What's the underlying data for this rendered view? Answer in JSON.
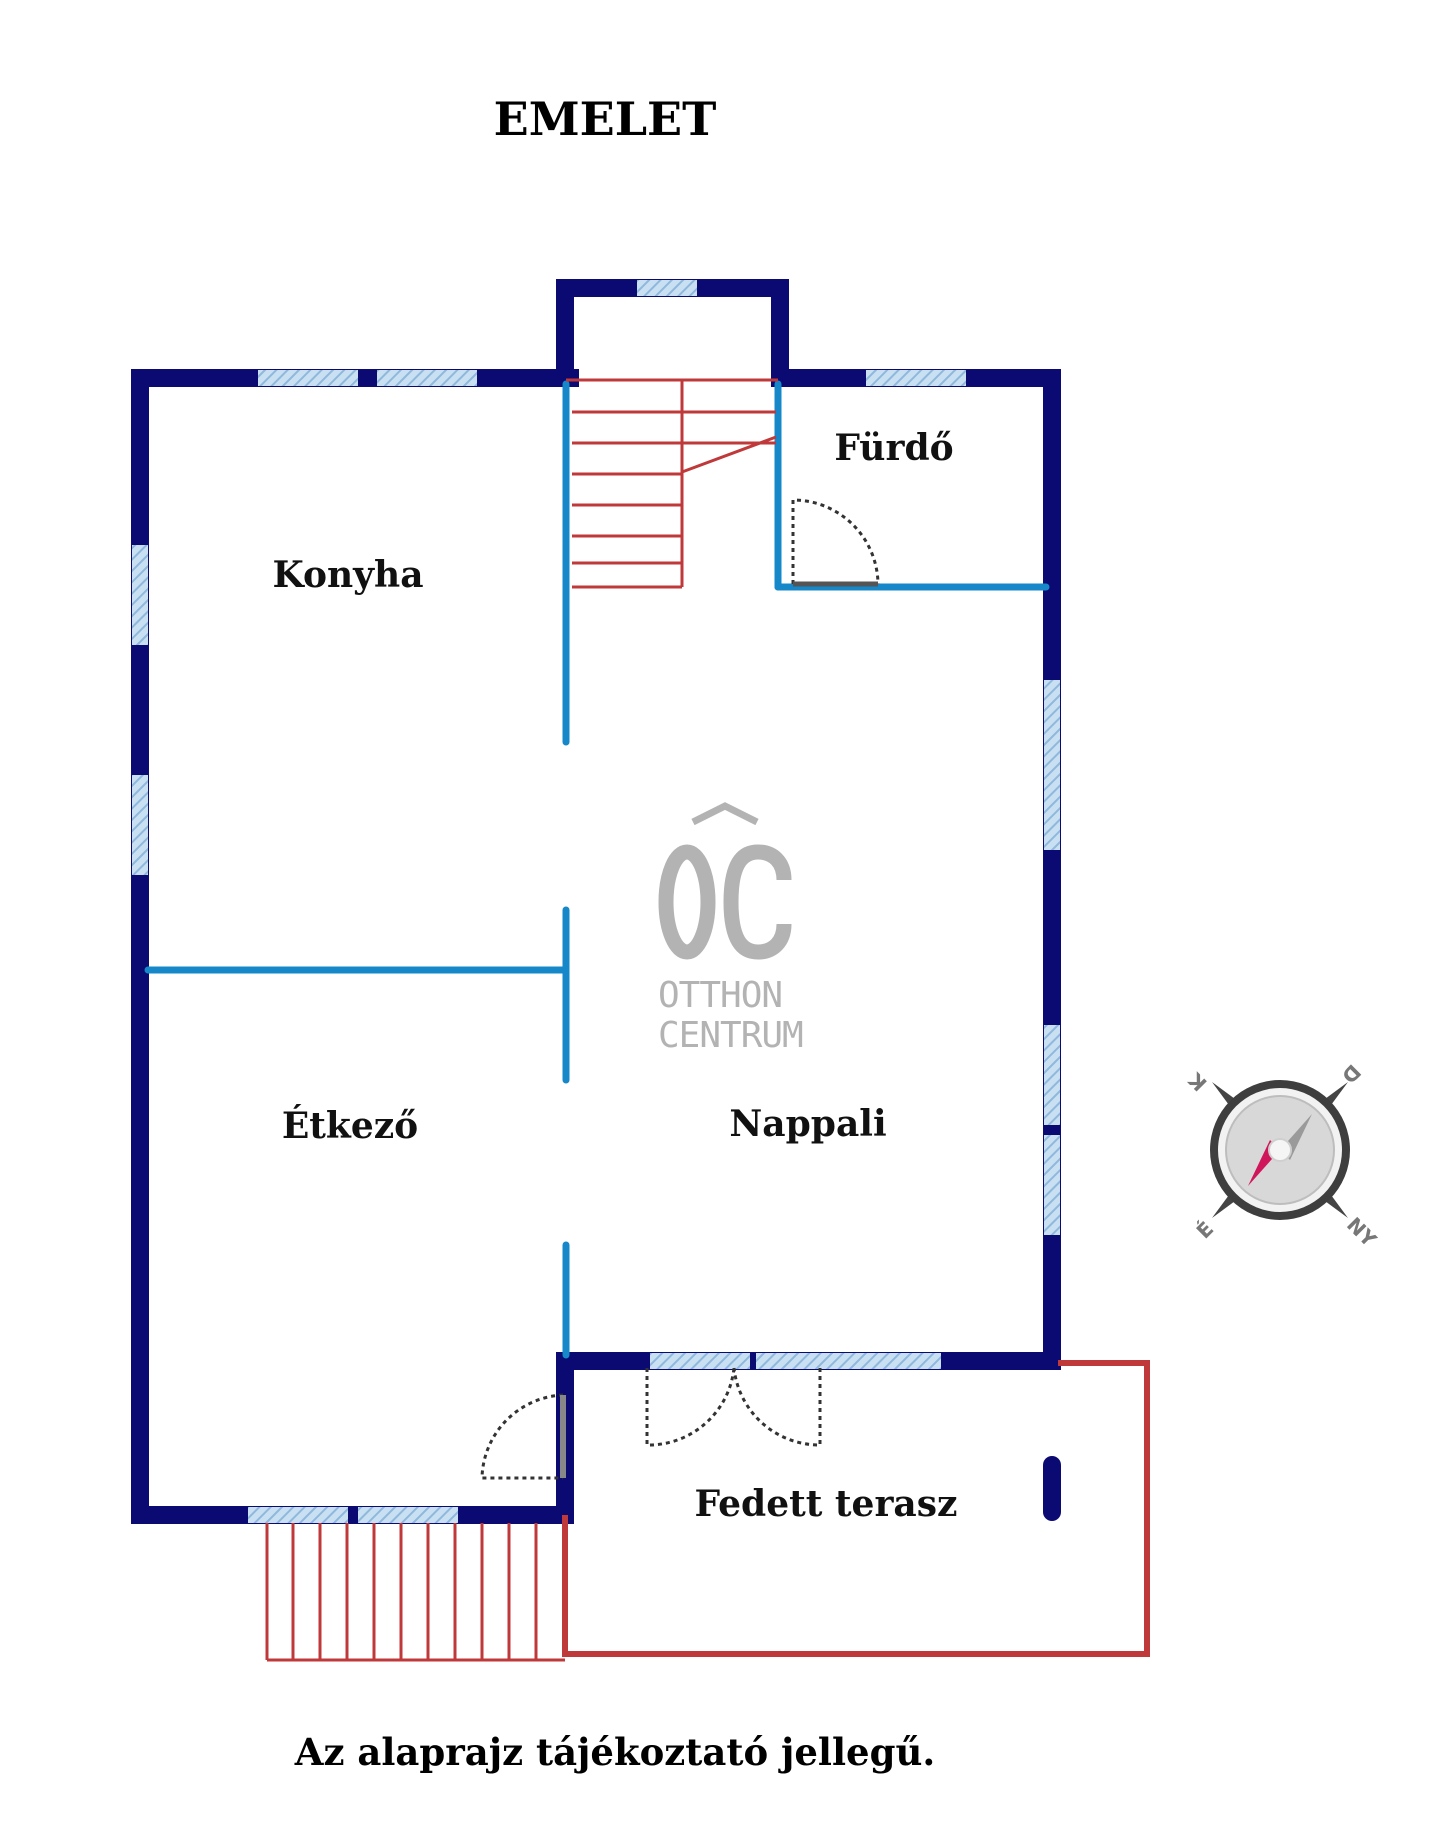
{
  "title": "EMELET",
  "rooms": {
    "konyha": "Konyha",
    "furdo": "Fürdő",
    "etkezo": "Étkező",
    "nappali": "Nappali",
    "terasz": "Fedett terasz"
  },
  "logo": {
    "mark": "ÔC",
    "line1": "OTTHON",
    "line2": "CENTRUM"
  },
  "compass": {
    "north": "É",
    "south": "D",
    "east": "K",
    "west": "NY"
  },
  "footer": "Az alaprajz tájékoztató jellegű.",
  "colors": {
    "outer_wall": "#0a0a72",
    "inner_wall": "#1687c9",
    "stairs_terrace": "#c0393a",
    "window": "#a9cbe6",
    "logo": "#b3b3b3",
    "compass_needle": "#d0165a"
  }
}
